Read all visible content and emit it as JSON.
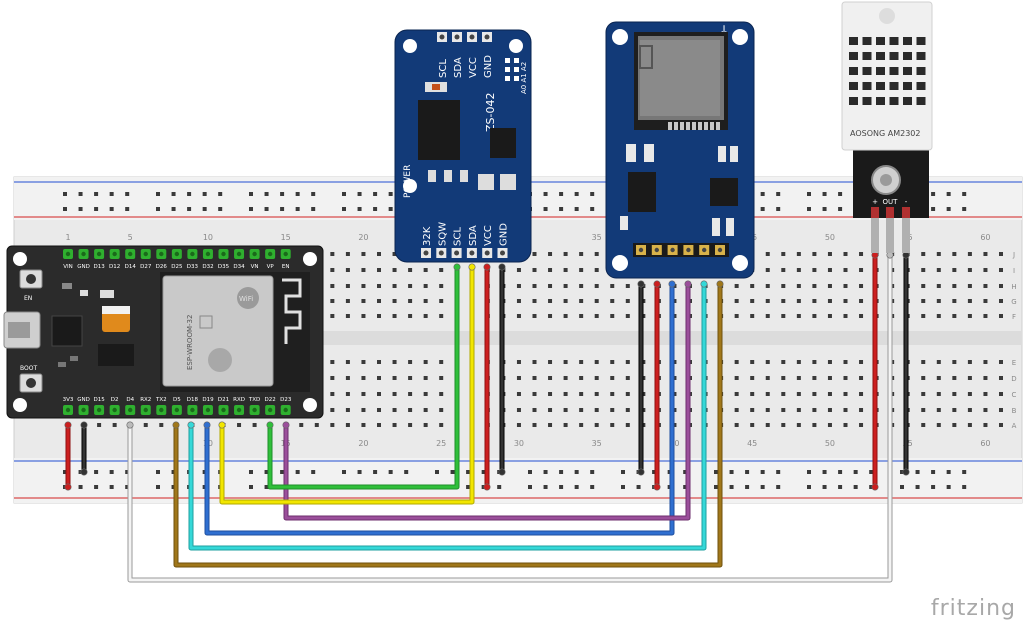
{
  "breadboard": {
    "column_numbers": [
      "1",
      "5",
      "10",
      "15",
      "20",
      "25",
      "30",
      "35",
      "40",
      "45",
      "50",
      "55",
      "60"
    ],
    "row_letters_top": [
      "J",
      "I",
      "H",
      "G",
      "F"
    ],
    "row_letters_bottom": [
      "E",
      "D",
      "C",
      "B",
      "A"
    ]
  },
  "esp32": {
    "top_pins": [
      "VIN",
      "GND",
      "D13",
      "D12",
      "D14",
      "D27",
      "D26",
      "D25",
      "D33",
      "D32",
      "D35",
      "D34",
      "VN",
      "VP",
      "EN"
    ],
    "bottom_pins": [
      "3V3",
      "GND",
      "D15",
      "D2",
      "D4",
      "RX2",
      "TX2",
      "D5",
      "D18",
      "D19",
      "D21",
      "RXD",
      "TXD",
      "D22",
      "D23"
    ],
    "en_label": "EN",
    "boot_label": "BOOT",
    "module_text": "ESP-WROOM-32",
    "wifi_text": "WiFi"
  },
  "rtc_module": {
    "top_pins": [
      "SCL",
      "SDA",
      "VCC",
      "GND"
    ],
    "addr_labels": [
      "A0",
      "A1",
      "A2"
    ],
    "model": "ZS-042",
    "power_label": "POWER",
    "bottom_pins": [
      "32K",
      "SQW",
      "SCL",
      "SDA",
      "VCC",
      "GND"
    ]
  },
  "sd_module": {
    "arrow_label": "↓"
  },
  "dht_sensor": {
    "model_label": "AOSONG AM2302",
    "pin_labels": [
      "+",
      "OUT",
      "-"
    ]
  },
  "colors": {
    "green": "#2fbf3a",
    "yellow": "#f2e600",
    "red": "#cc1f1f",
    "black": "#222222",
    "purple": "#9b4f9b",
    "blue": "#2f6fd0",
    "cyan": "#35d8d8",
    "brown": "#a0771a",
    "white_wire": "#d9d9d9",
    "board_blue": "#123a78",
    "esp_black": "#2a2a2a"
  },
  "footer": {
    "brand": "fritzing"
  }
}
